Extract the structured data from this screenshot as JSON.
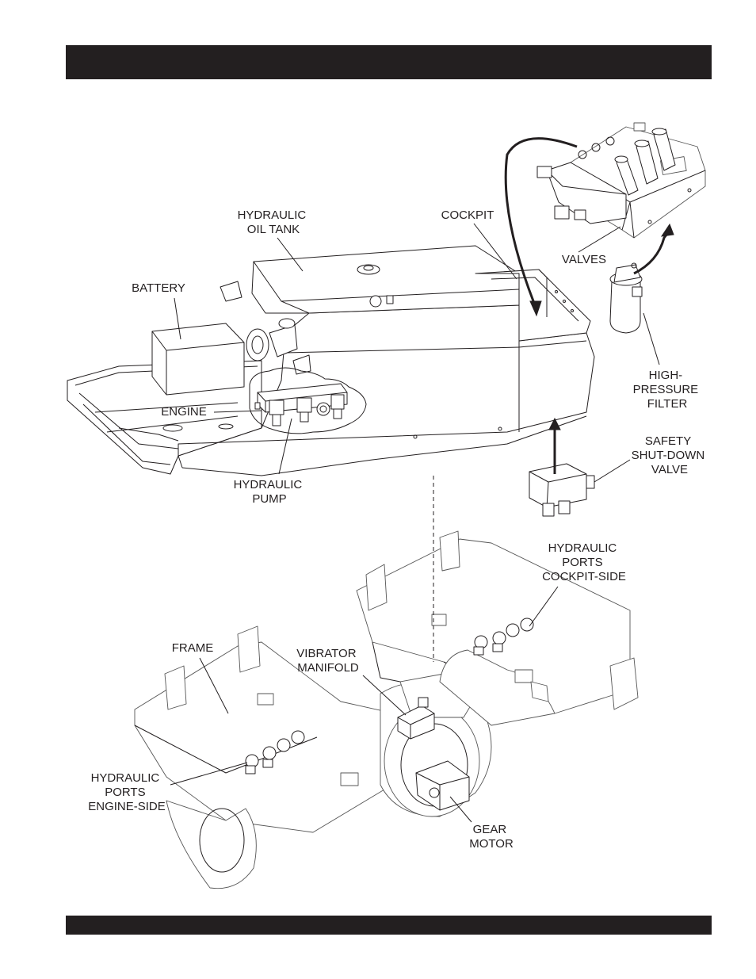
{
  "labels": {
    "hydraulic_oil_tank": [
      "HYDRAULIC",
      "OIL TANK"
    ],
    "cockpit": "COCKPIT",
    "battery": "BATTERY",
    "valves": "VALVES",
    "engine": "ENGINE",
    "high_pressure_filter": [
      "HIGH-",
      "PRESSURE",
      "FILTER"
    ],
    "hydraulic_pump": [
      "HYDRAULIC",
      "PUMP"
    ],
    "safety_shutdown_valve": [
      "SAFETY",
      "SHUT-DOWN",
      "VALVE"
    ],
    "ports_cockpit_side": [
      "HYDRAULIC",
      "PORTS",
      "COCKPIT-SIDE"
    ],
    "frame": "FRAME",
    "vibrator_manifold": [
      "VIBRATOR",
      "MANIFOLD"
    ],
    "ports_engine_side": [
      "HYDRAULIC",
      "PORTS",
      "ENGINE-SIDE"
    ],
    "gear_motor": [
      "GEAR",
      "MOTOR"
    ]
  },
  "colors": {
    "ink": "#231f20",
    "paper": "#ffffff",
    "header_bar": "#231f20"
  }
}
